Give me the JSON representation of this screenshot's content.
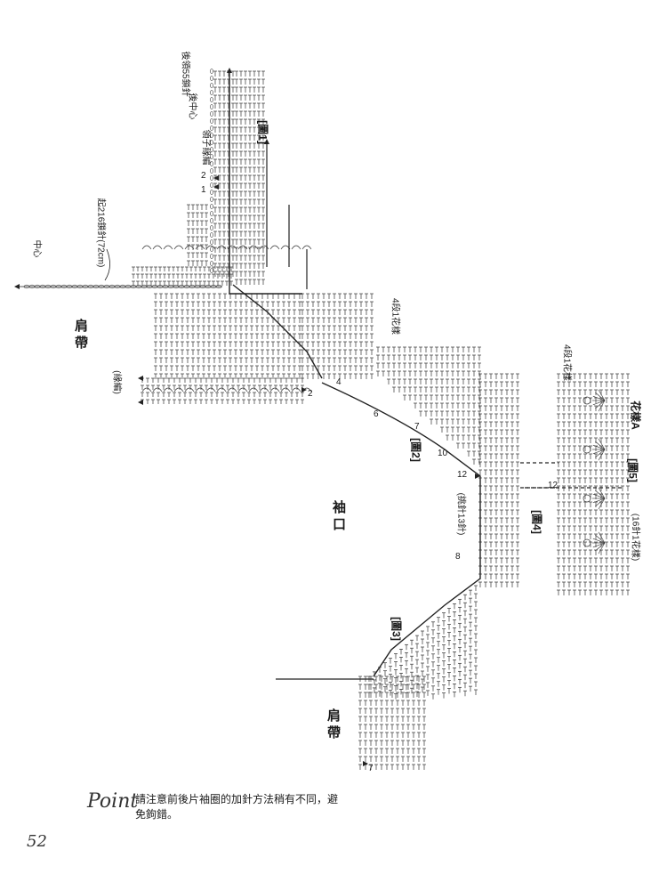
{
  "labels": {
    "back_neck_chain": "後領55鎖針",
    "back_center": "後中心",
    "collar_edging": "領子緣編",
    "diagram1": "[圖1]",
    "diagram2": "[圖2]",
    "diagram3": "[圖3]",
    "diagram4": "[圖4]",
    "diagram5": "[圖5]",
    "start_chain": "起216鎖針(72cm)",
    "center": "中心",
    "shoulder_strap": "肩帶",
    "shoulder_strap_bottom": "肩帶",
    "edging": "(緣編)",
    "armhole": "袖口",
    "pattern_repeat_4rows": "4段1花樣",
    "pick_up": "(挑針13針)",
    "pattern_a": "花樣A",
    "pattern_repeat_a": "4段1花樣",
    "pattern_16": "(16針1花樣)"
  },
  "row_numbers": [
    "2",
    "4",
    "6",
    "7",
    "10",
    "12",
    "8",
    "7",
    "12",
    "2",
    "1"
  ],
  "note": {
    "point_word": "Point",
    "text": "請注意前後片袖圈的加針方法稍有不同，避免鉤錯。"
  },
  "page_number": "52"
}
